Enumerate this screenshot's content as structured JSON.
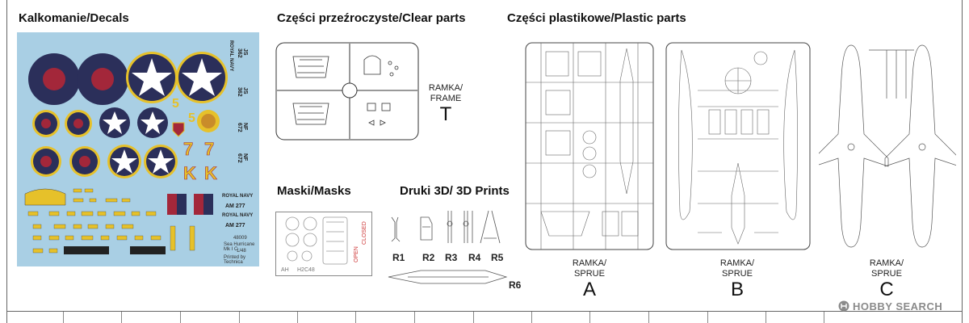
{
  "sections": {
    "decals_title": "Kalkomanie/Decals",
    "clear_title": "Części przeźroczyste/Clear parts",
    "plastic_title": "Części plastikowe/Plastic parts",
    "masks_title": "Maski/Masks",
    "prints_title": "Druki 3D/ 3D Prints"
  },
  "clear_frame": {
    "label_line1": "RAMKA/",
    "label_line2": "FRAME",
    "letter": "T"
  },
  "sprues": [
    {
      "label_line1": "RAMKA/",
      "label_line2": "SPRUE",
      "letter": "A"
    },
    {
      "label_line1": "RAMKA/",
      "label_line2": "SPRUE",
      "letter": "B"
    },
    {
      "label_line1": "RAMKA/",
      "label_line2": "SPRUE",
      "letter": "C"
    }
  ],
  "prints": [
    "R1",
    "R2",
    "R3",
    "R4",
    "R5",
    "R6"
  ],
  "decal_sheet": {
    "royal_navy": "ROYAL NAVY",
    "serials": [
      "AM 277",
      "AM 277"
    ],
    "side_texts": [
      "JS 362",
      "JS 362",
      "NF 672",
      "NF 672"
    ],
    "letters": [
      "7",
      "7",
      "K",
      "K",
      "5",
      "5"
    ],
    "maker_code": "48009",
    "subject": "Sea Hurricane Mk I C",
    "scale": "1/48",
    "printer": "Printed by Technica"
  },
  "masks": {
    "open": "OPEN",
    "closed": "CLOSED",
    "code1": "AH",
    "code2": "H2C48"
  },
  "watermark": {
    "brand": "HOBBY SEARCH"
  },
  "colors": {
    "decal_bg": "#a9cfe4",
    "roundel_blue": "#2b2f5a",
    "roundel_red": "#a3273a",
    "yellow": "#e6c12a",
    "watermark": "#8a8a8a"
  }
}
